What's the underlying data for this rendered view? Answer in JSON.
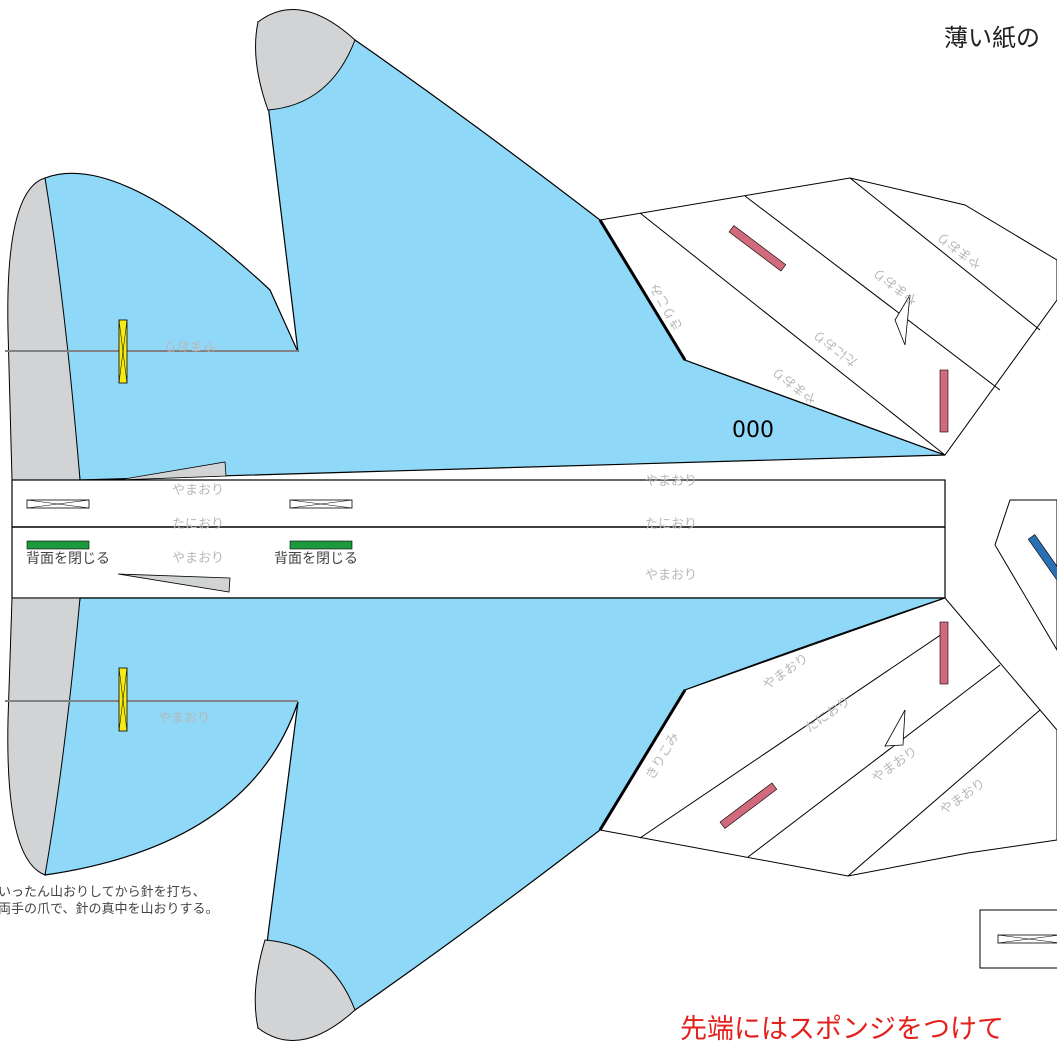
{
  "header": {
    "title": "薄い紙の"
  },
  "plane_number": "000",
  "fold_labels": {
    "yamaori": "やまおり",
    "taniori": "たにおり",
    "kirikomi": "きりこみ"
  },
  "back_close_label": "背面を閉じる",
  "note_lines": [
    "いったん山おりしてから針を打ち、",
    "両手の爪で、針の真中を山おりする。"
  ],
  "footer_text": "先端にはスポンジをつけて",
  "colors": {
    "wing_fill": "#8fd8f7",
    "tip_fill": "#d1d3d4",
    "needle_yellow": "#f5ea14",
    "marker_pink": "#d26a7e",
    "marker_green": "#1e9a3e",
    "marker_blue": "#2b6fb5",
    "footer_red": "#e3211c"
  }
}
